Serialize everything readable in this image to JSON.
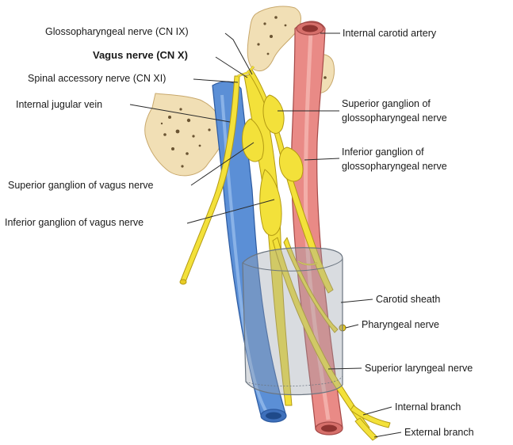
{
  "labels": {
    "glossopharyngeal_nerve": "Glossopharyngeal  nerve (CN IX)",
    "vagus_nerve": "Vagus nerve (CN X)",
    "spinal_accessory_nerve": "Spinal accessory nerve (CN XI)",
    "internal_jugular_vein": "Internal jugular vein",
    "internal_carotid_artery": "Internal carotid artery",
    "superior_ganglion_glosso_line1": "Superior ganglion of",
    "superior_ganglion_glosso_line2": "glossopharyngeal nerve",
    "inferior_ganglion_glosso_line1": "Inferior ganglion of",
    "inferior_ganglion_glosso_line2": "glossopharyngeal nerve",
    "superior_ganglion_vagus": "Superior ganglion of vagus nerve",
    "inferior_ganglion_vagus": "Inferior ganglion of vagus nerve",
    "carotid_sheath": "Carotid sheath",
    "pharyngeal_nerve": "Pharyngeal nerve",
    "superior_laryngeal_nerve": "Superior laryngeal nerve",
    "internal_branch": "Internal branch",
    "external_branch": "External branch"
  },
  "colors": {
    "nerve": "#f3e13a",
    "nerve_outline": "#b39a12",
    "vein": "#5b8fd6",
    "vein_outline": "#2c5aa0",
    "artery": "#e98a86",
    "artery_outline": "#a54a48",
    "bone": "#f1dfb5",
    "sheath": "#9aa3ad"
  }
}
